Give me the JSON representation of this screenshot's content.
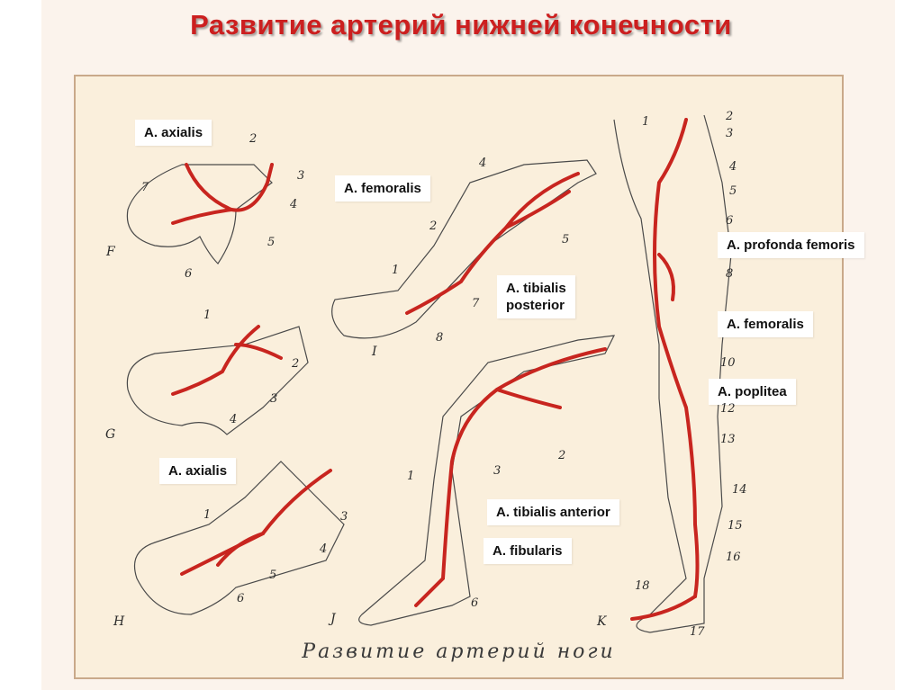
{
  "title": "Развитие артерий  нижней  конечности",
  "caption": "Развитие артерий ноги",
  "colors": {
    "artery": "#c8251f",
    "title": "#cc1f1f",
    "outline": "#4a4a4a",
    "plate": "#faefdc"
  },
  "labels": {
    "axialis_top": "A. axialis",
    "femoralis_mid": "A. femoralis",
    "tibialis_posterior_1": "A. tibialis",
    "tibialis_posterior_2": "posterior",
    "axialis_bottom": "A. axialis",
    "tibialis_anterior": "A. tibialis anterior",
    "fibularis": "A. fibularis",
    "profunda_femoris": "A. profonda femoris",
    "femoralis_right": "A. femoralis",
    "poplitea": "A. poplitea"
  },
  "stage_letters": {
    "f": "F",
    "g": "G",
    "h": "Н",
    "i": "I",
    "j": "J",
    "k": "K"
  },
  "numbers": {
    "f": [
      "2",
      "7",
      "3",
      "4",
      "5",
      "6"
    ],
    "g": [
      "1",
      "2",
      "3",
      "4"
    ],
    "h": [
      "1",
      "3",
      "4",
      "5",
      "6"
    ],
    "i": [
      "4",
      "2",
      "5",
      "1",
      "7",
      "8"
    ],
    "j": [
      "2",
      "1",
      "3",
      "6"
    ],
    "k": [
      "1",
      "2",
      "3",
      "4",
      "5",
      "6",
      "8",
      "10",
      "12",
      "13",
      "14",
      "15",
      "16",
      "18",
      "17"
    ]
  }
}
